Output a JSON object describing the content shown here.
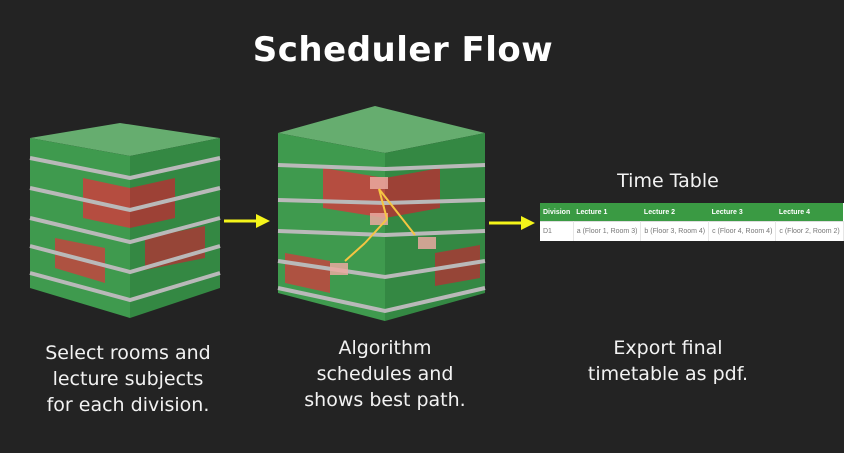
{
  "title": "Scheduler Flow",
  "steps": [
    {
      "caption": [
        "Select rooms and",
        "lecture subjects",
        "for each division."
      ]
    },
    {
      "caption": [
        "Algorithm",
        "schedules and",
        "shows best path."
      ]
    },
    {
      "caption": [
        "Export final",
        "timetable as pdf."
      ]
    }
  ],
  "timetable": {
    "title": "Time Table",
    "headers": [
      "Division",
      "Lecture 1",
      "Lecture 2",
      "Lecture 3",
      "Lecture 4"
    ],
    "rows": [
      [
        "D1",
        "a (Floor 1, Room 3)",
        "b (Floor 3, Room 4)",
        "c (Floor 4, Room 4)",
        "c (Floor 2, Room 2)"
      ]
    ]
  },
  "colors": {
    "background": "#232323",
    "cube_green": "#3f9a4e",
    "cube_red": "#c2453f",
    "floor_slab": "#b9b9b9",
    "arrow": "#f5f51a",
    "header_green": "#3a9a43"
  }
}
